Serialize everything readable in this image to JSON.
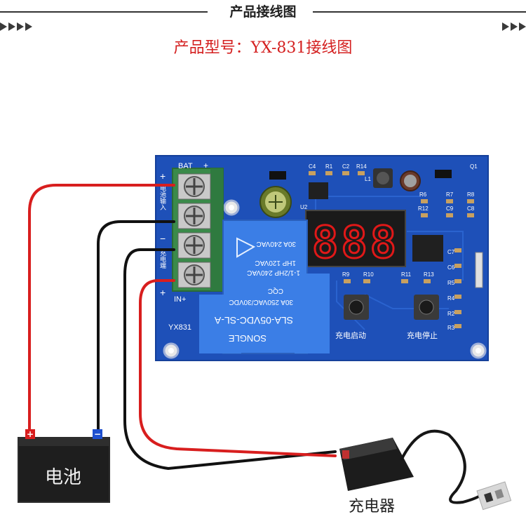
{
  "header": {
    "banner_title": "产品接线图",
    "subtitle": "产品型号：YX-831接线图"
  },
  "board": {
    "model": "YX831",
    "bat_label": "BAT",
    "plus": "+",
    "minus": "−",
    "in_label": "IN+",
    "side_label_bat": "电池输入",
    "side_label_chg": "充电端",
    "display_digits": "888",
    "button_start_label": "充电启动",
    "button_stop_label": "充电停止",
    "relay": {
      "line1": "30A 250VAC/30VDC",
      "line2": "SLA-05VDC-SL-A",
      "line3": "SONGLE",
      "line4": "1HP 120VAC",
      "line5": "1-1/2HP 240VAC",
      "line6": "30A 240VAC",
      "cqc": "CQC"
    },
    "components": [
      "C4",
      "R1",
      "C2",
      "R14",
      "L1",
      "Q1",
      "R6",
      "R7",
      "R8",
      "R12",
      "C9",
      "C8",
      "C7",
      "C6",
      "R5",
      "R4",
      "R2",
      "R3",
      "R9",
      "R10",
      "R11",
      "R13",
      "U2"
    ],
    "colors": {
      "pcb": "#1e50b8",
      "terminal": "#3a8a4a",
      "display": "#202020",
      "segment": "#e01818"
    }
  },
  "battery": {
    "label": "电池",
    "plus_sign": "+",
    "minus_sign": "−"
  },
  "charger": {
    "label": "充电器"
  },
  "wires": {
    "positive_color": "#d81e1e",
    "negative_color": "#111111"
  }
}
